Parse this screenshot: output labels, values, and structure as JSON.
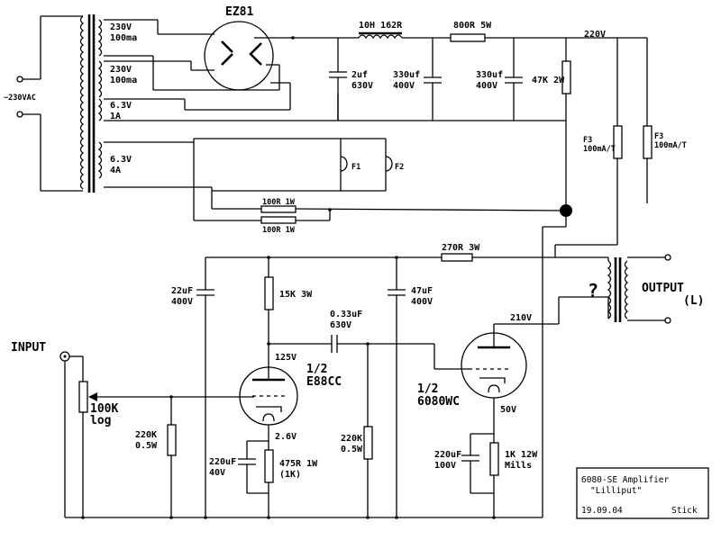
{
  "mains": {
    "label": "~230VAC"
  },
  "transformer": {
    "w1": [
      "230V",
      "100ma"
    ],
    "w2": [
      "230V",
      "100ma"
    ],
    "w3": [
      "6.3V",
      "1A"
    ],
    "w4": [
      "6.3V",
      "4A"
    ]
  },
  "rectifier": {
    "label": "EZ81"
  },
  "psu": {
    "choke": "10H 162R",
    "r_dropper": "800R 5W",
    "rail": "220V",
    "c1": [
      "2uf",
      "630V"
    ],
    "c2": [
      "330uf",
      "400V"
    ],
    "c3": [
      "330uf",
      "400V"
    ],
    "r_bleed": "47K 2W",
    "f3a": [
      "F3",
      "100mA/T"
    ],
    "f3b": [
      "F3",
      "100mA/T"
    ]
  },
  "heater": {
    "f1": "F1",
    "f2": "F2",
    "r1": "100R 1W",
    "r2": "100R 1W"
  },
  "signal": {
    "r_270": "270R 3W",
    "c_22": [
      "22uF",
      "400V"
    ],
    "r_15k": "15K 3W",
    "c_047": [
      "47uF",
      "400V"
    ],
    "c_coupling": [
      "0.33uF",
      "630V"
    ],
    "v125": "125V",
    "v210": "210V",
    "v26": "2.6V",
    "v50": "50V",
    "tube1": [
      "1/2",
      "E88CC"
    ],
    "tube2": [
      "1/2",
      "6080WC"
    ],
    "input": "INPUT",
    "pot": [
      "100K",
      "log"
    ],
    "r_220k_1": [
      "220K",
      "0.5W"
    ],
    "r_220k_2": [
      "220K",
      "0.5W"
    ],
    "c_220": [
      "220uF",
      "40V"
    ],
    "r_475": [
      "475R 1W",
      "(1K)"
    ],
    "c_220b": [
      "220uF",
      "100V"
    ],
    "r_1k": [
      "1K 12W",
      "Mills"
    ],
    "output_tx": "?",
    "output": [
      "OUTPUT",
      "(L)"
    ]
  },
  "title_block": {
    "line1": "6080-SE Amplifier",
    "line2": "\"Lilliput\"",
    "date": "19.09.04",
    "author": "Stick"
  }
}
